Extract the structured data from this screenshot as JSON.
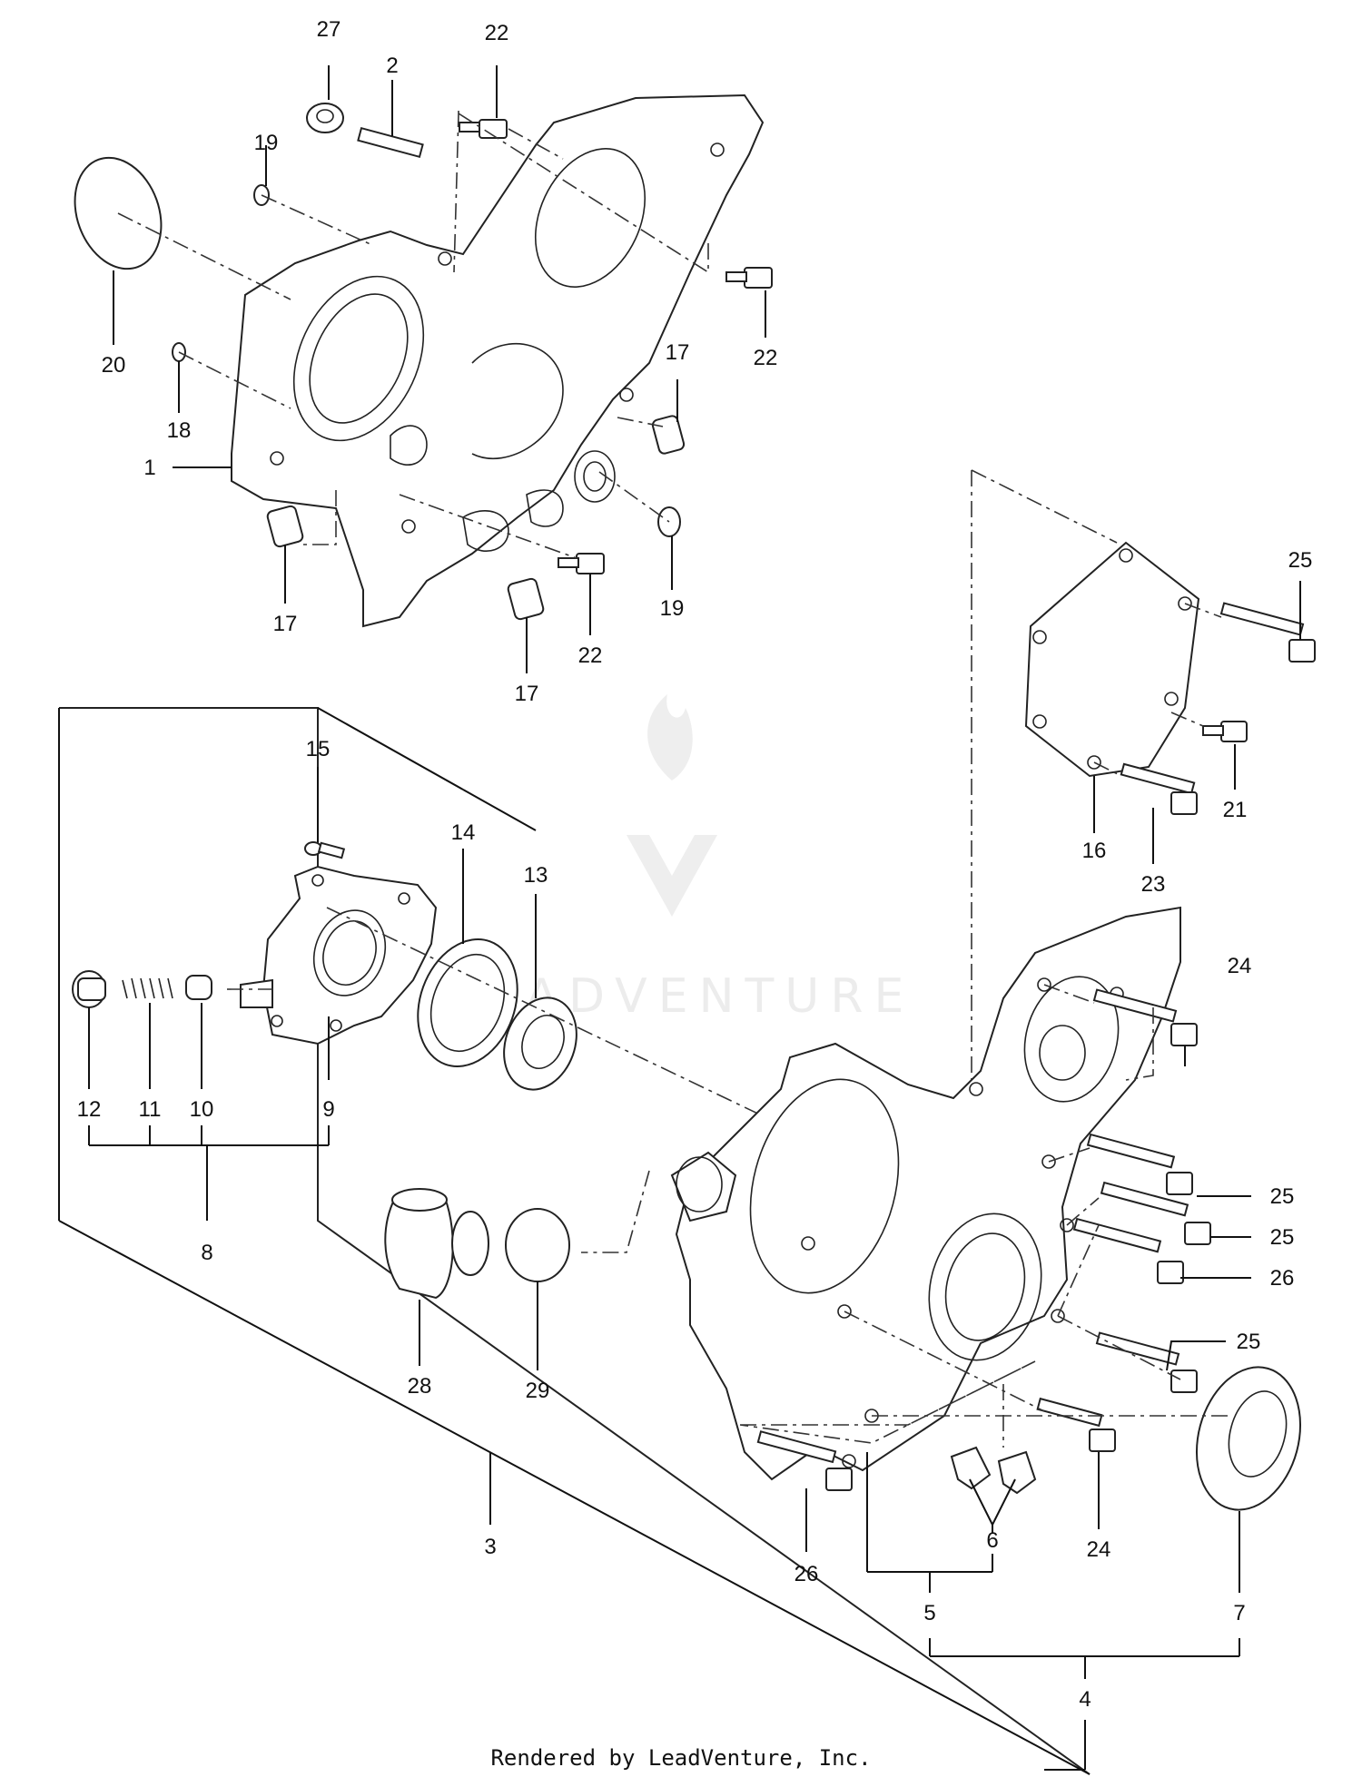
{
  "callouts": [
    {
      "id": "c27",
      "text": "27"
    },
    {
      "id": "c2",
      "text": "2"
    },
    {
      "id": "c22a",
      "text": "22"
    },
    {
      "id": "c19a",
      "text": "19"
    },
    {
      "id": "c20",
      "text": "20"
    },
    {
      "id": "c22b",
      "text": "22"
    },
    {
      "id": "c18",
      "text": "18"
    },
    {
      "id": "c17a",
      "text": "17"
    },
    {
      "id": "c1",
      "text": "1"
    },
    {
      "id": "c17b",
      "text": "17"
    },
    {
      "id": "c22c",
      "text": "22"
    },
    {
      "id": "c19b",
      "text": "19"
    },
    {
      "id": "c17c",
      "text": "17"
    },
    {
      "id": "c25a",
      "text": "25"
    },
    {
      "id": "c15",
      "text": "15"
    },
    {
      "id": "c14",
      "text": "14"
    },
    {
      "id": "c13",
      "text": "13"
    },
    {
      "id": "c21",
      "text": "21"
    },
    {
      "id": "c16",
      "text": "16"
    },
    {
      "id": "c23",
      "text": "23"
    },
    {
      "id": "c24a",
      "text": "24"
    },
    {
      "id": "c12",
      "text": "12"
    },
    {
      "id": "c11",
      "text": "11"
    },
    {
      "id": "c10",
      "text": "10"
    },
    {
      "id": "c9",
      "text": "9"
    },
    {
      "id": "c25b",
      "text": "25"
    },
    {
      "id": "c8",
      "text": "8"
    },
    {
      "id": "c25c",
      "text": "25"
    },
    {
      "id": "c26a",
      "text": "26"
    },
    {
      "id": "c28",
      "text": "28"
    },
    {
      "id": "c29",
      "text": "29"
    },
    {
      "id": "c25d",
      "text": "25"
    },
    {
      "id": "c3",
      "text": "3"
    },
    {
      "id": "c26b",
      "text": "26"
    },
    {
      "id": "c6",
      "text": "6"
    },
    {
      "id": "c24b",
      "text": "24"
    },
    {
      "id": "c5",
      "text": "5"
    },
    {
      "id": "c7",
      "text": "7"
    },
    {
      "id": "c4",
      "text": "4"
    }
  ],
  "footer": "Rendered by LeadVenture, Inc.",
  "watermark": "LEADVENTURE"
}
